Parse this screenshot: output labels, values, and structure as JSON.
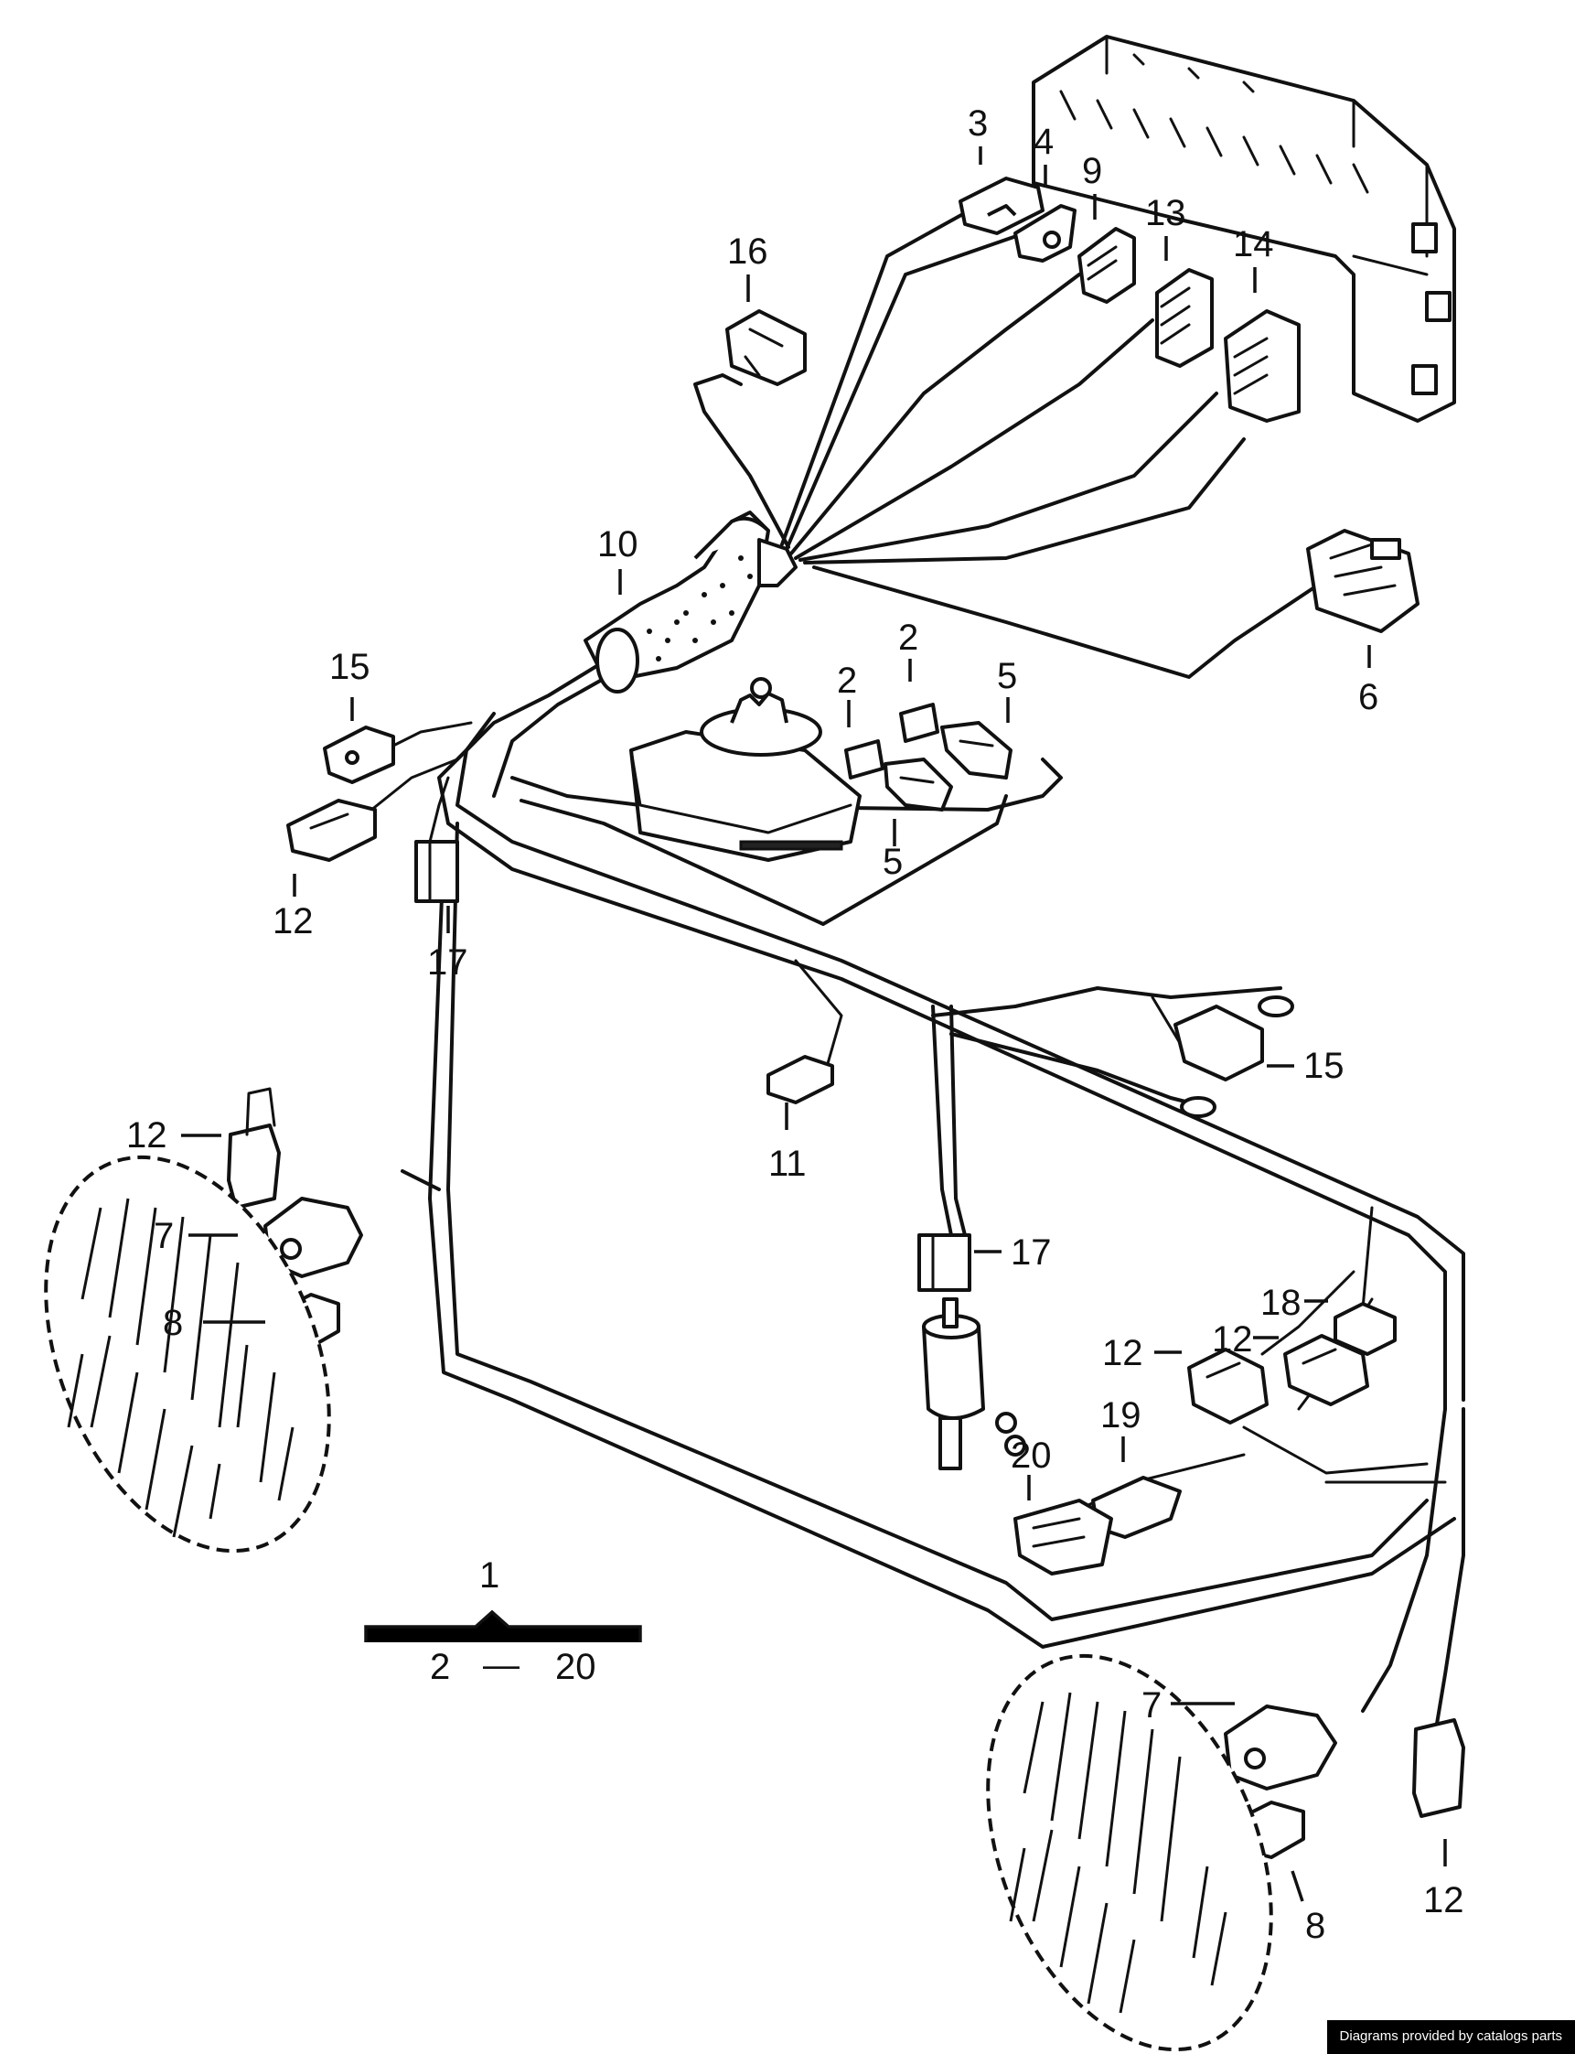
{
  "callouts": {
    "c1": "1",
    "c2a": "2",
    "c2b": "2",
    "c2c": "2",
    "c3": "3",
    "c4": "4",
    "c5a": "5",
    "c5b": "5",
    "c6": "6",
    "c7a": "7",
    "c7b": "7",
    "c8a": "8",
    "c8b": "8",
    "c9": "9",
    "c10": "10",
    "c11": "11",
    "c12a": "12",
    "c12b": "12",
    "c12c": "12",
    "c12d": "12",
    "c12e": "12",
    "c13": "13",
    "c14": "14",
    "c15a": "15",
    "c15b": "15",
    "c16": "16",
    "c17a": "17",
    "c17b": "17",
    "c18": "18",
    "c19": "19",
    "c20": "20"
  },
  "range_label": {
    "from": "2",
    "dash": "—",
    "to": "20"
  },
  "credit": "Diagrams provided by catalogs parts"
}
